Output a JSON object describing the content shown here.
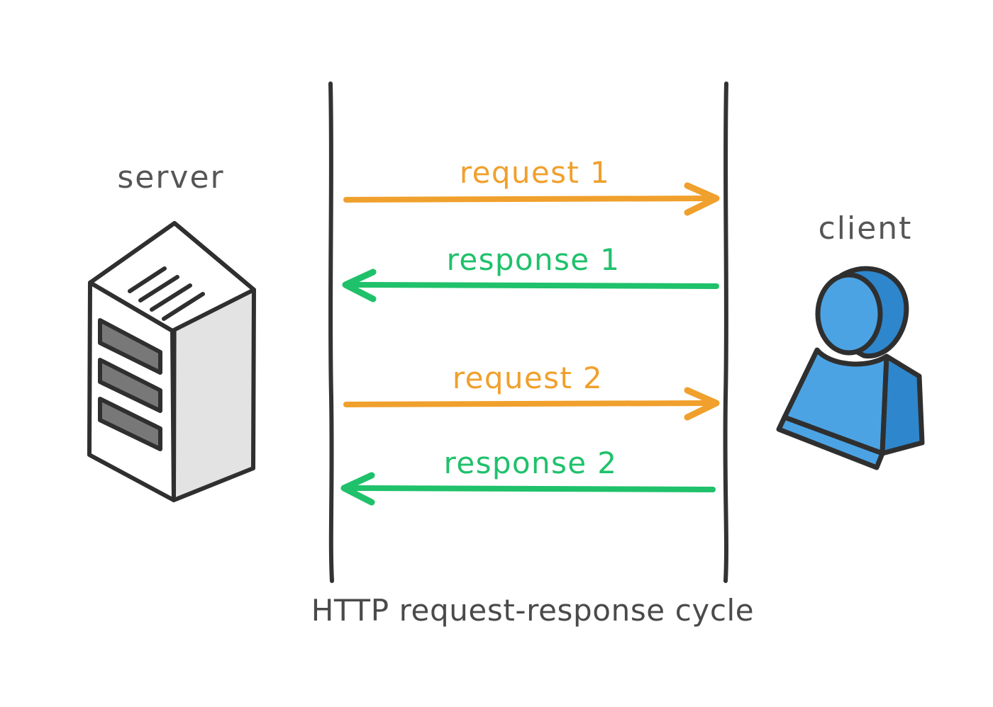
{
  "diagram": {
    "title_caption": "HTTP request-response cycle",
    "background_color": "#ffffff",
    "participants": {
      "left": {
        "label": "server",
        "icon": "server-tower-icon",
        "label_color": "#565656"
      },
      "right": {
        "label": "client",
        "icon": "client-person-icon",
        "label_color": "#565656"
      }
    },
    "lifelines": {
      "color": "#333333",
      "left_label": "server-lifeline",
      "right_label": "client-lifeline"
    },
    "messages": [
      {
        "label": "request 1",
        "direction": "left-to-right",
        "color": "#F0A02C",
        "kind": "request"
      },
      {
        "label": "response 1",
        "direction": "right-to-left",
        "color": "#1FC16B",
        "kind": "response"
      },
      {
        "label": "request 2",
        "direction": "left-to-right",
        "color": "#F0A02C",
        "kind": "request"
      },
      {
        "label": "response 2",
        "direction": "right-to-left",
        "color": "#1FC16B",
        "kind": "response"
      }
    ],
    "colors": {
      "request_orange": "#F0A02C",
      "response_green": "#1FC16B",
      "ink": "#2f2f2f",
      "server_face_light": "#ffffff",
      "server_face_side": "#e3e3e3",
      "server_slot": "#787878",
      "client_front": "#4BA3E3",
      "client_side": "#2E86CC"
    }
  }
}
